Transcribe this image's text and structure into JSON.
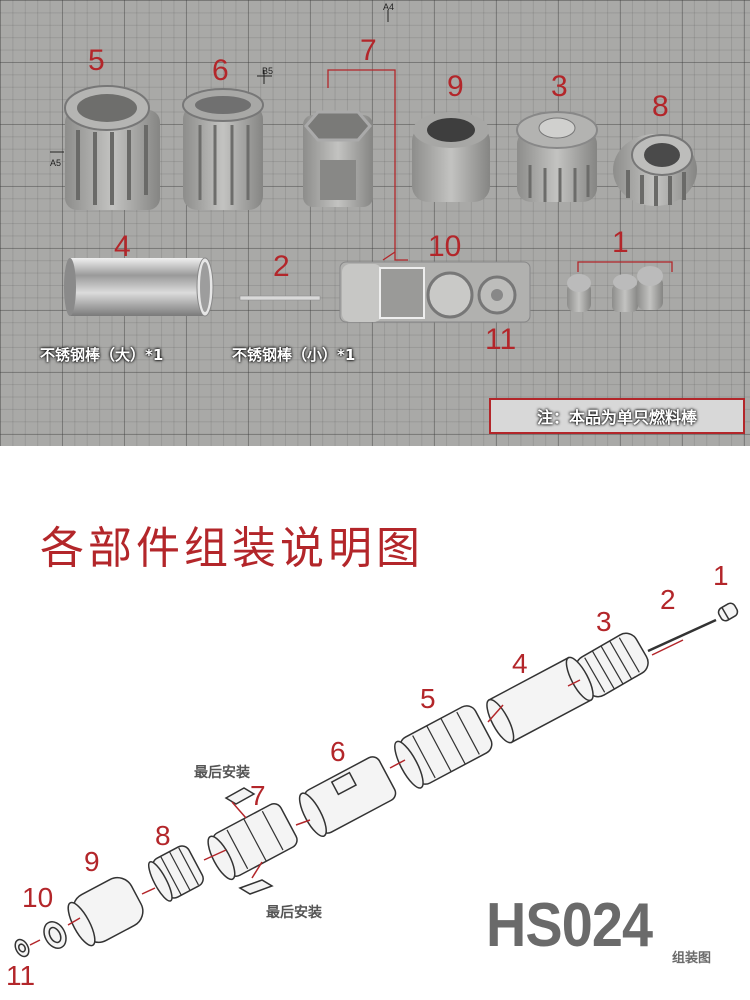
{
  "photo": {
    "labels": [
      "5",
      "6",
      "7",
      "9",
      "3",
      "8",
      "4",
      "2",
      "10",
      "1",
      "11"
    ],
    "grid_tags": {
      "a4": "A4",
      "b5": "B5",
      "a5": "A5"
    },
    "caption_large": "不锈钢棒（大）*1",
    "caption_small": "不锈钢棒（小）*1",
    "notice": "注：本品为单只燃料棒"
  },
  "diagram": {
    "title": "各部件组装说明图",
    "labels": [
      "1",
      "2",
      "3",
      "4",
      "5",
      "6",
      "7",
      "8",
      "9",
      "10",
      "11"
    ],
    "note_top": "最后安装",
    "note_bottom": "最后安装",
    "code": "HS024",
    "code_sub": "组装图"
  },
  "colors": {
    "accent": "#b3262a",
    "part_gray": "#9a9a98",
    "steel": "#c8c8c8"
  }
}
